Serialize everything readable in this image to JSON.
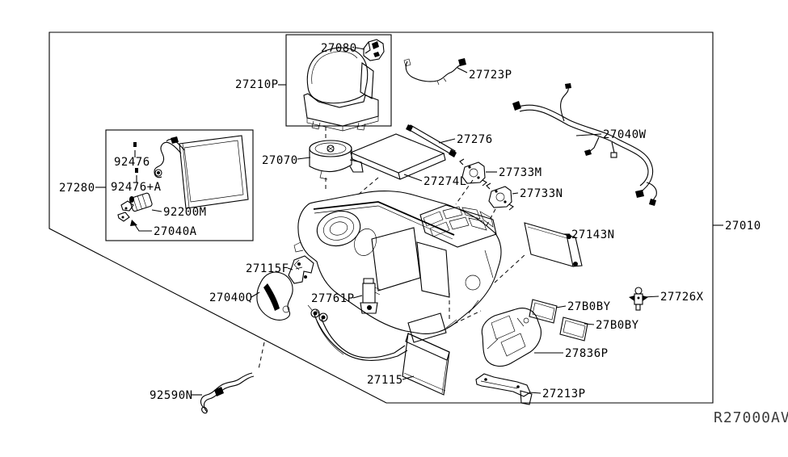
{
  "diagram_type": "exploded-parts-diagram",
  "ref_code": "R27000AV",
  "labels": [
    {
      "text": "27080"
    },
    {
      "text": "27210P"
    },
    {
      "text": "27723P"
    },
    {
      "text": "27040W"
    },
    {
      "text": "27276"
    },
    {
      "text": "27070"
    },
    {
      "text": "27274L"
    },
    {
      "text": "27733M"
    },
    {
      "text": "27733N"
    },
    {
      "text": "27143N"
    },
    {
      "text": "27010"
    },
    {
      "text": "27280"
    },
    {
      "text": "92476"
    },
    {
      "text": "92476+A"
    },
    {
      "text": "92200M"
    },
    {
      "text": "27040A"
    },
    {
      "text": "27115F"
    },
    {
      "text": "27040Q"
    },
    {
      "text": "27761P"
    },
    {
      "text": "27726X"
    },
    {
      "text": "27B0BY"
    },
    {
      "text": "27B0BY"
    },
    {
      "text": "27836P"
    },
    {
      "text": "27115"
    },
    {
      "text": "92590N"
    },
    {
      "text": "27213P"
    }
  ],
  "colors": {
    "line": "#000000",
    "background": "#ffffff",
    "ref_text": "#3c3c3c"
  }
}
